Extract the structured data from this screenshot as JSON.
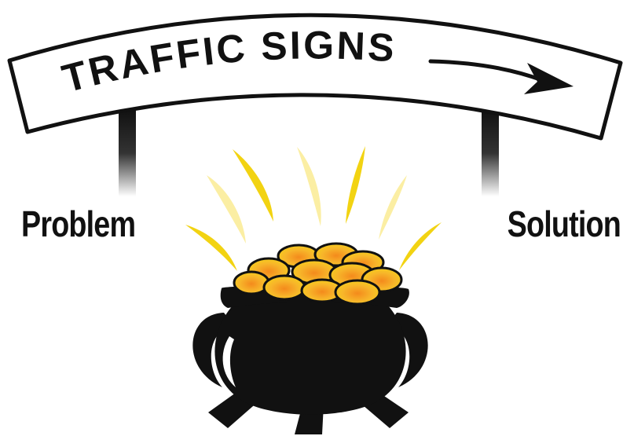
{
  "banner": {
    "text": "TRAFFIC SIGNS"
  },
  "labels": {
    "left": "Problem",
    "right": "Solution"
  },
  "colors": {
    "ink": "#111111",
    "gold": "#f2c90f",
    "gold_light": "#fbe98a",
    "coin_center": "#f48a1c",
    "background": "#ffffff"
  },
  "icons": {
    "pot": "pot-of-gold-icon",
    "arrow": "arrow-right-icon"
  }
}
